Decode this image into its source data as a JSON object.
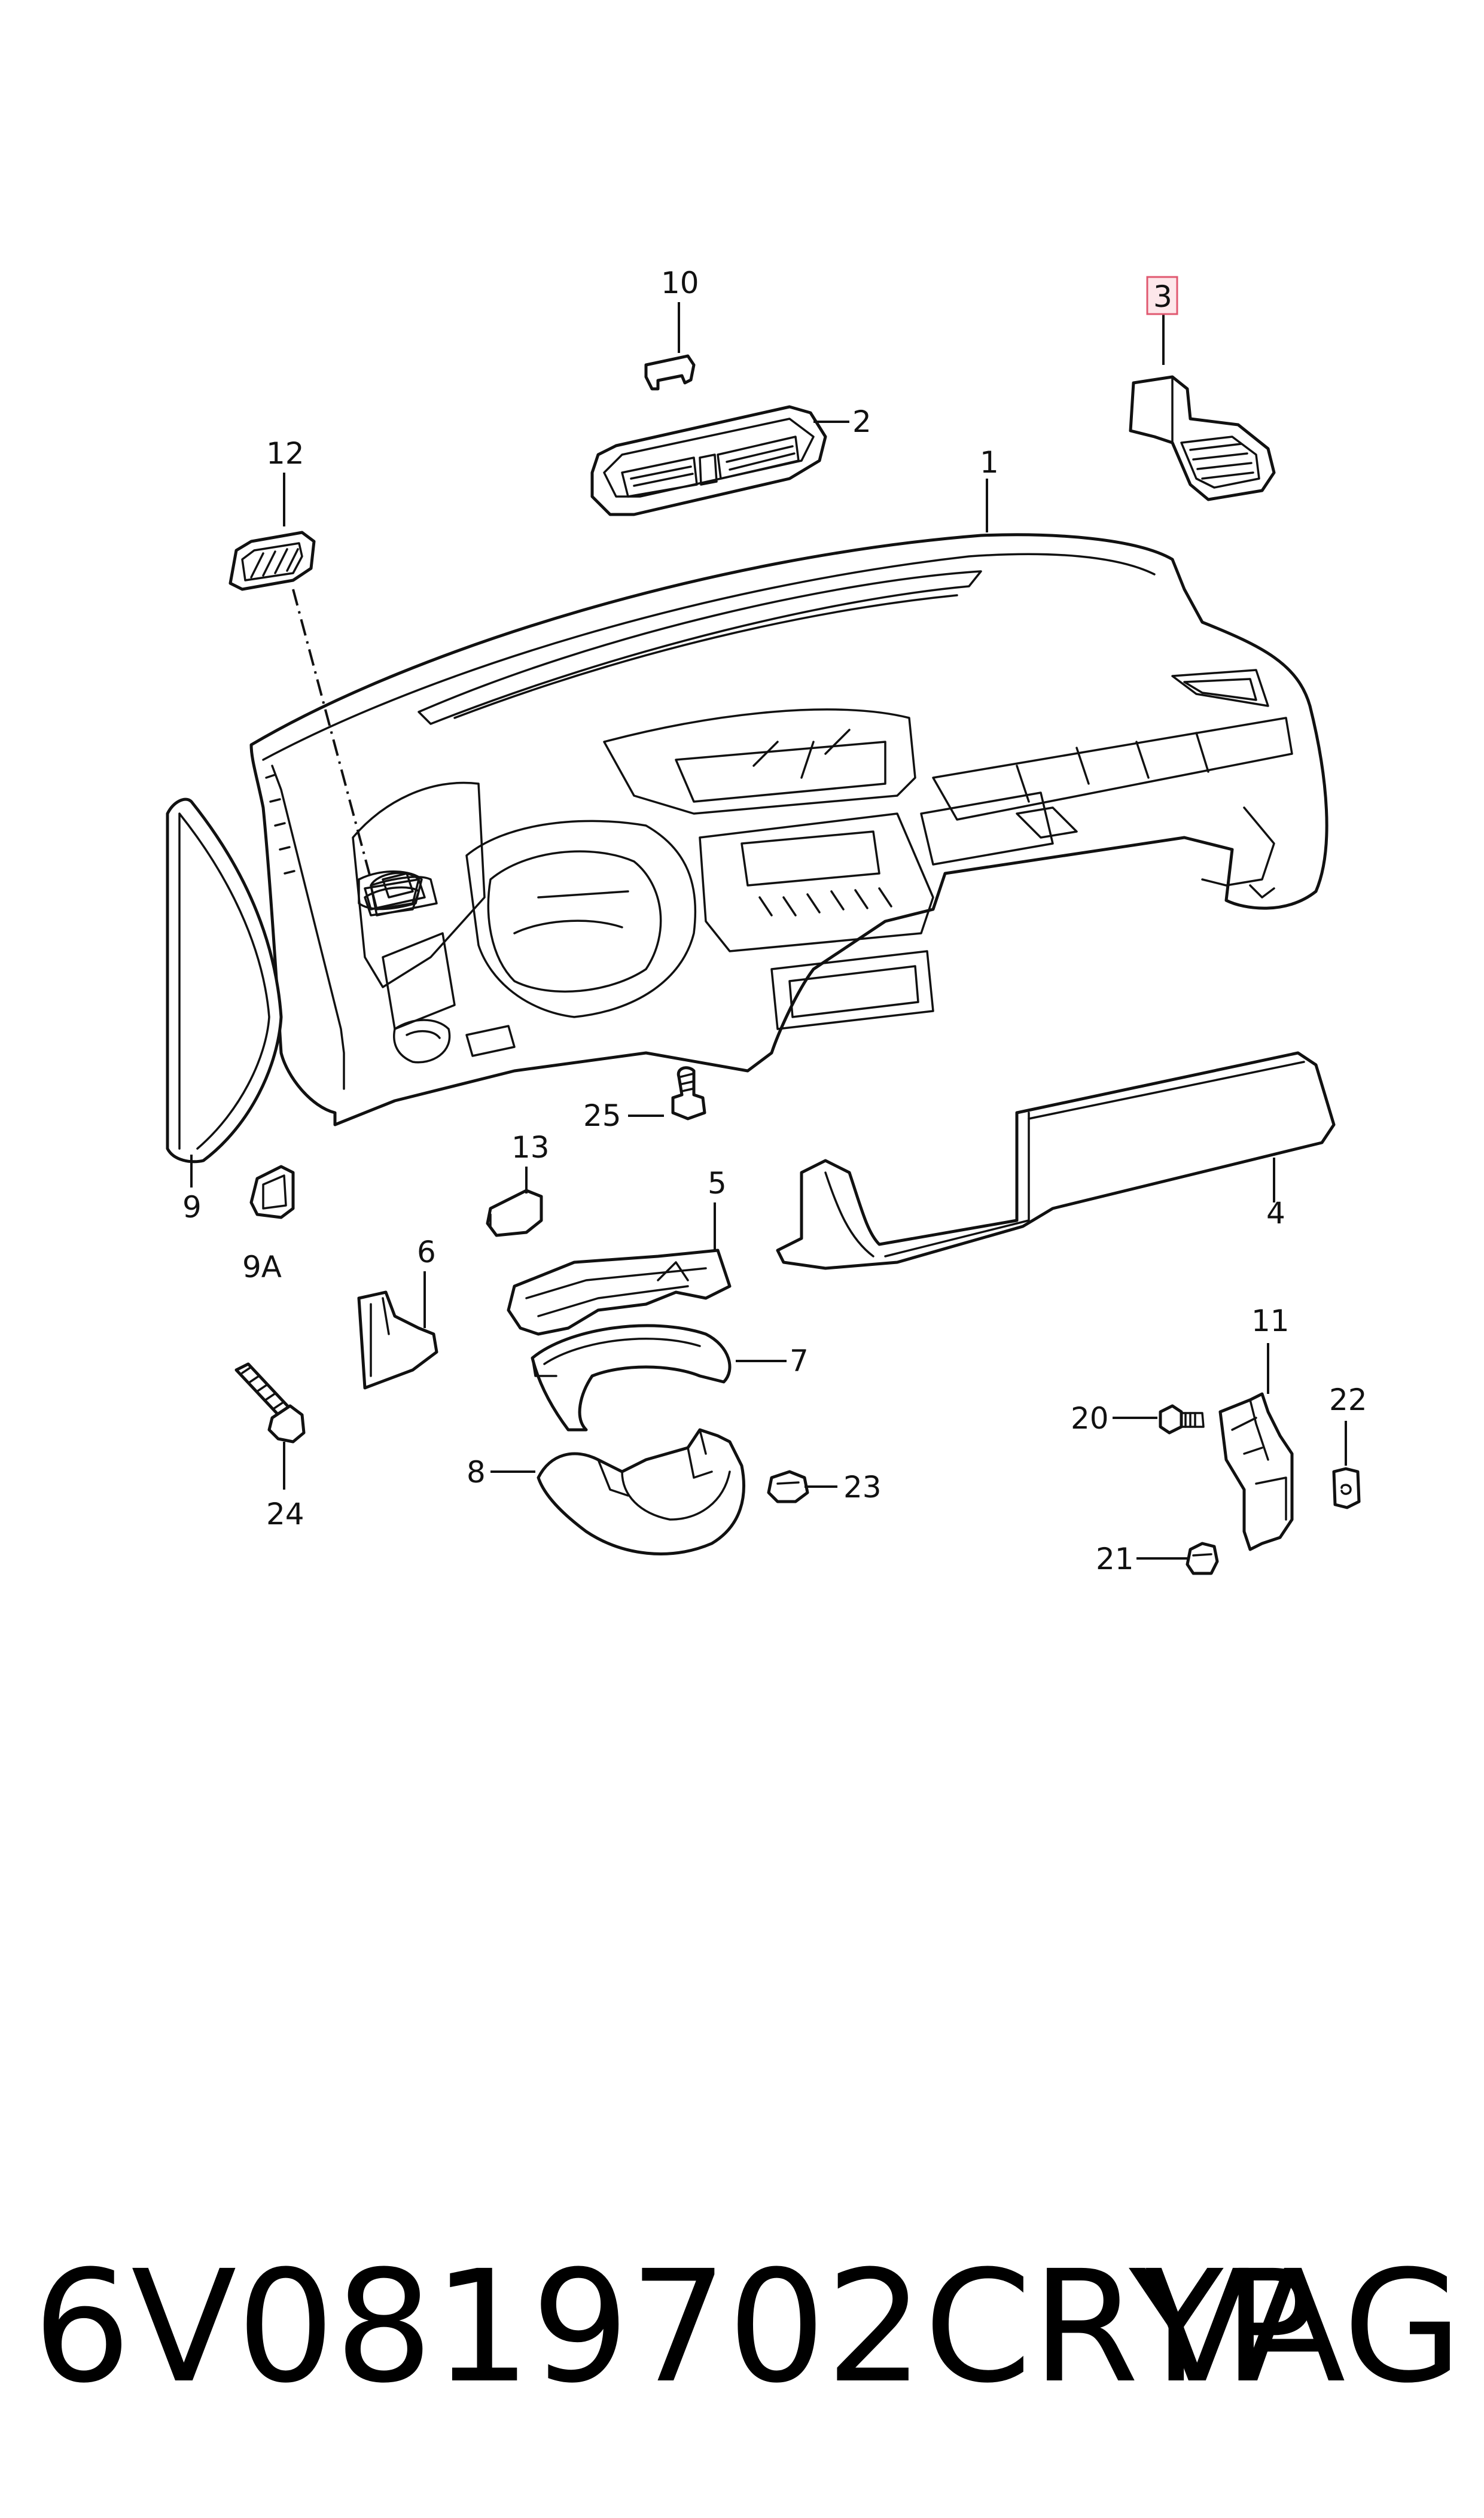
{
  "diagram": {
    "callouts": [
      {
        "id": "1",
        "label": "1"
      },
      {
        "id": "2",
        "label": "2"
      },
      {
        "id": "3",
        "label": "3",
        "highlighted": true
      },
      {
        "id": "4",
        "label": "4"
      },
      {
        "id": "5",
        "label": "5"
      },
      {
        "id": "6",
        "label": "6"
      },
      {
        "id": "7",
        "label": "7"
      },
      {
        "id": "8",
        "label": "8"
      },
      {
        "id": "9",
        "label": "9"
      },
      {
        "id": "9A",
        "label": "9A"
      },
      {
        "id": "10",
        "label": "10"
      },
      {
        "id": "11",
        "label": "11"
      },
      {
        "id": "12",
        "label": "12"
      },
      {
        "id": "13",
        "label": "13"
      },
      {
        "id": "20",
        "label": "20"
      },
      {
        "id": "21",
        "label": "21"
      },
      {
        "id": "22",
        "label": "22"
      },
      {
        "id": "23",
        "label": "23"
      },
      {
        "id": "24",
        "label": "24"
      },
      {
        "id": "25",
        "label": "25"
      }
    ],
    "highlight_color": "#e05870"
  },
  "caption": {
    "part_number": "6V0819702CRYP",
    "brand": "VAG"
  }
}
